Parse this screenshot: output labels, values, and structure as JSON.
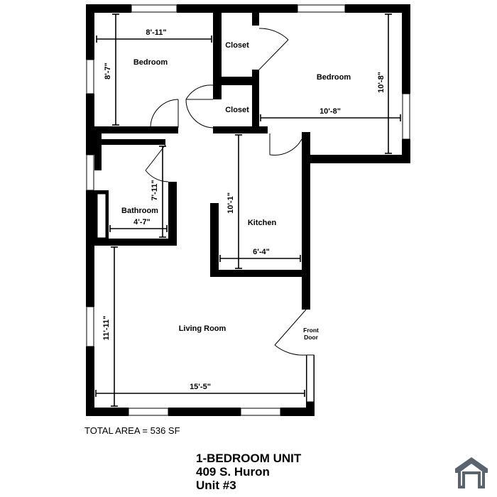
{
  "rooms": {
    "bedroom_small": "Bedroom",
    "bedroom_large": "Bedroom",
    "closet_top": "Closet",
    "closet_lower": "Closet",
    "bathroom": "Bathroom",
    "kitchen": "Kitchen",
    "living_room": "Living Room",
    "front_door_line1": "Front",
    "front_door_line2": "Door"
  },
  "dimensions": {
    "bedroom_small_width": "8'-11\"",
    "bedroom_small_height": "8'-7\"",
    "bedroom_large_width": "10'-8\"",
    "bedroom_large_height": "10'-8\"",
    "bathroom_width": "4'-7\"",
    "bathroom_height": "7'-11\"",
    "kitchen_width": "6'-4\"",
    "kitchen_height": "10'-1\"",
    "living_width": "15'-5\"",
    "living_height": "11'-11\""
  },
  "total_area": "TOTAL AREA = 536 SF",
  "title": {
    "line1": "1-BEDROOM UNIT",
    "line2": "409 S. Huron",
    "line3": "Unit #3"
  },
  "logo_icon": "house-outline-icon"
}
